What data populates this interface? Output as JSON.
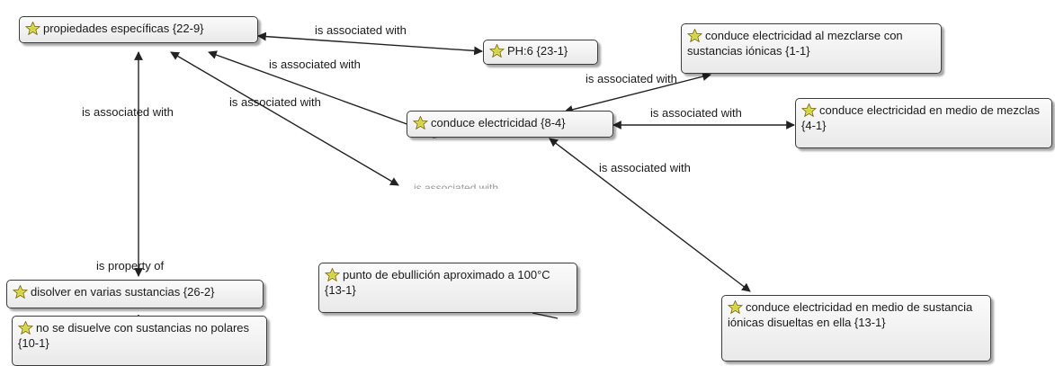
{
  "nodes": {
    "propiedades": "propiedades específicas {22-9}",
    "ph": "PH:6 {23-1}",
    "ionicas": "conduce electricidad al mezclarse con sustancias iónicas {1-1}",
    "conduce": "conduce electricidad {8-4}",
    "mezclas": "conduce electricidad en medio de mezclas {4-1}",
    "disolver": "disolver en varias sustancias {26-2}",
    "punto": "punto de ebullición aproximado a 100°C {13-1}",
    "disueltas": "conduce electricidad en medio de sustancia iónicas disueltas en ella {13-1}",
    "noDisuelve": "no se disuelve con sustancias no polares {10-1}"
  },
  "edges": {
    "e1": "is associated with",
    "e2": "is associated with",
    "e3": "is associated with",
    "e4": "is associated with",
    "e5": "is associated with",
    "e6": "is associated with",
    "e7": "is associated with",
    "e8": "is associated with",
    "e9": "is property of"
  },
  "icon_name": "code-star-icon"
}
